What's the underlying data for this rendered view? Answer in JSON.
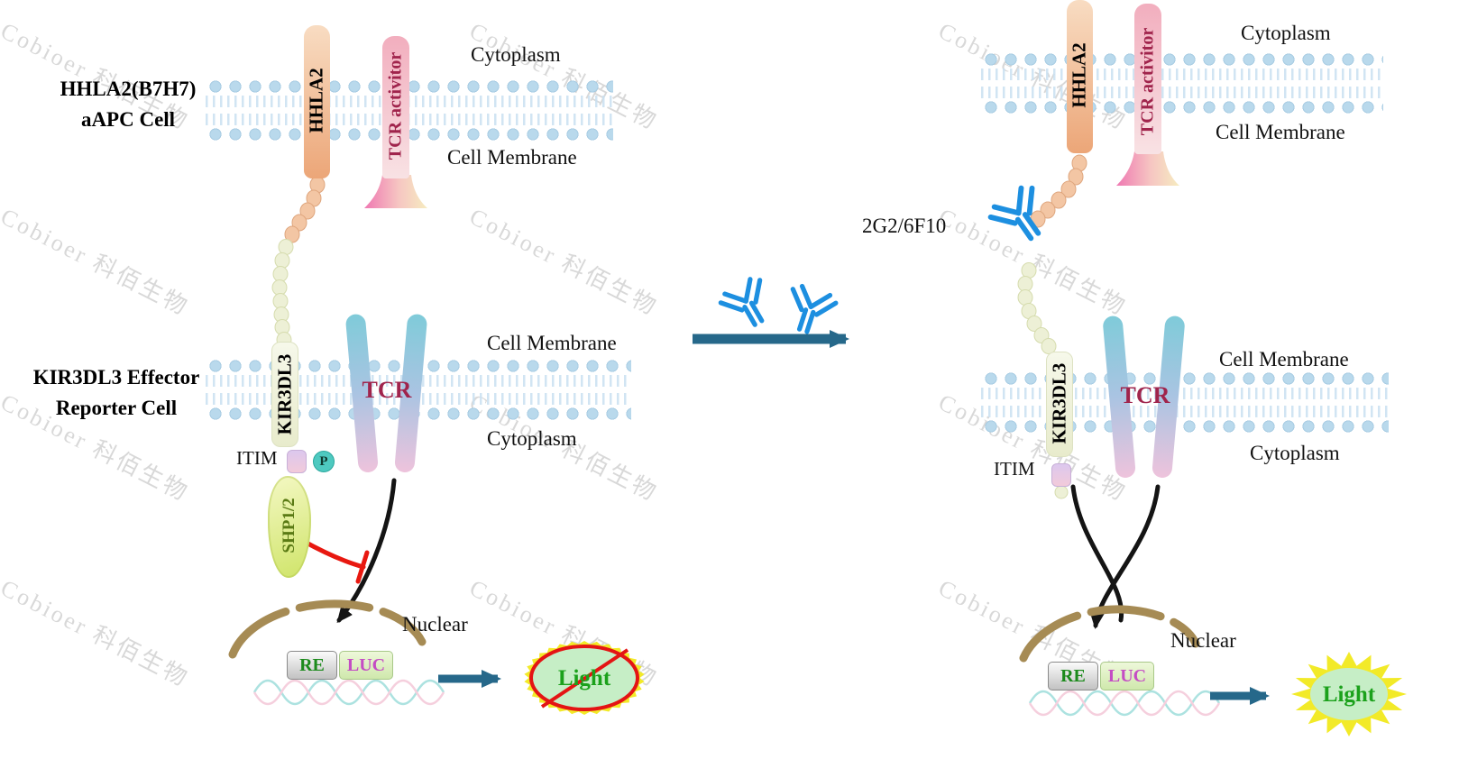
{
  "watermark": {
    "text": "Cobioer  科佰生物"
  },
  "labels": {
    "cytoplasm": "Cytoplasm",
    "cell_membrane": "Cell Membrane",
    "hhla2": "HHLA2",
    "tcr_activator": "TCR activitor",
    "kir3dl3": "KIR3DL3",
    "tcr": "TCR",
    "itim": "ITIM",
    "nuclear": "Nuclear",
    "re": "RE",
    "luc": "LUC",
    "light": "Light",
    "phospho": "P",
    "shp": "SHP1/2",
    "antibody": "2G2/6F10"
  },
  "left_panel": {
    "cell1_line1": "HHLA2(B7H7)",
    "cell1_line2": "aAPC Cell",
    "cell2_line1": "KIR3DL3 Effector",
    "cell2_line2": "Reporter Cell"
  },
  "colors": {
    "antibody_blue": "#1d8fe0",
    "inhibit_red": "#e81810",
    "prohibit_red": "#e41414",
    "arrow_teal": "#26688a",
    "signal_black": "#141414",
    "light_green_text": "#1ba11b",
    "light_fill": "#c6eec6",
    "star_yellow": "#f2ea28",
    "nuclear_brown": "#a68b54",
    "membrane_blue": "#b9d9ec",
    "tcr_maroon": "#a0244c",
    "shp_green": "#5a7a14",
    "phospho_teal": "#4ec9c0",
    "re_green": "#1c8a1c",
    "luc_magenta": "#c44cc4"
  }
}
